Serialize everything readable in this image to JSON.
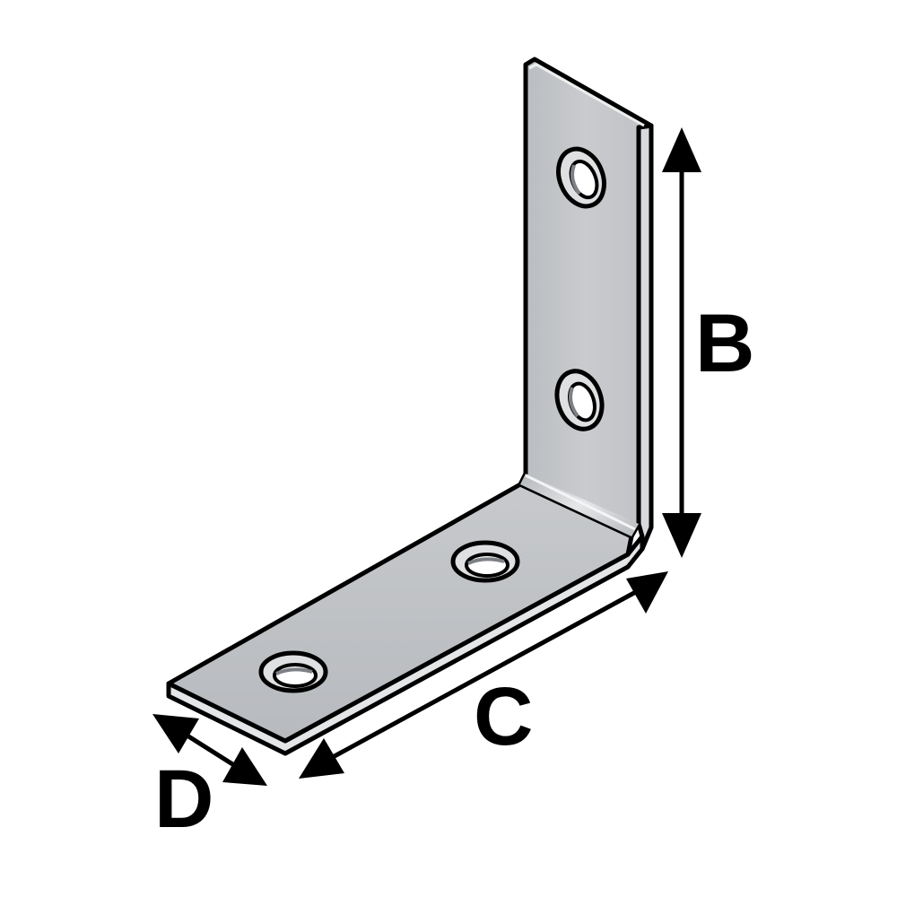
{
  "diagram": {
    "labels": {
      "B": "B",
      "C": "C",
      "D": "D"
    },
    "colors": {
      "face": "#c4c6c9",
      "face_shadow": "#aeb1b5",
      "edge": "#e2e3e5",
      "outline": "#000000",
      "background": "#ffffff"
    }
  }
}
